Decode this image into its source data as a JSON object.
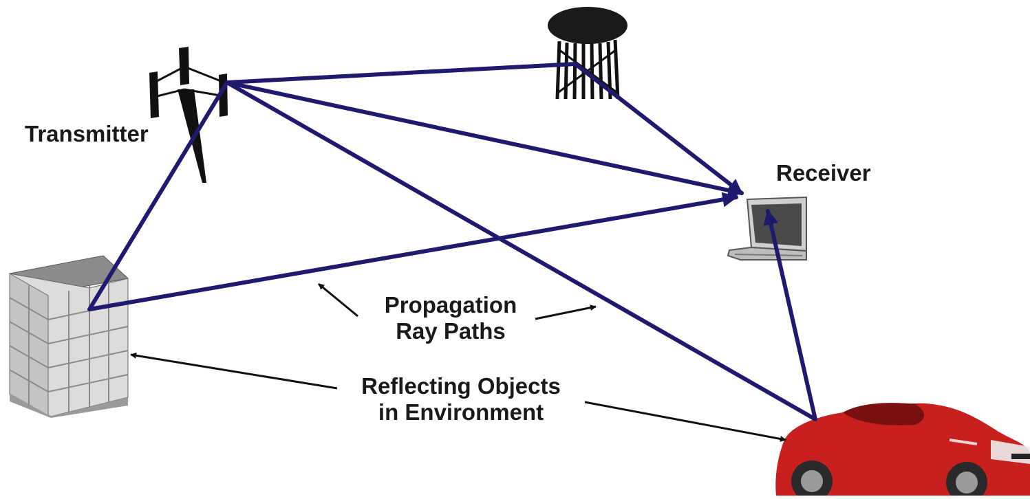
{
  "labels": {
    "transmitter": "Transmitter",
    "receiver": "Receiver",
    "propagation_line1": "Propagation",
    "propagation_line2": "Ray Paths",
    "reflecting_line1": "Reflecting Objects",
    "reflecting_line2": "in Environment"
  },
  "colors": {
    "ray": "#1f1a6e",
    "building_face": "#e6e6e6",
    "building_side": "#a9a9a9",
    "car_body": "#c8201e",
    "tower": "#111111"
  },
  "icons": {
    "transmitter": "antenna-tower-icon",
    "water_tower": "water-tower-icon",
    "receiver": "laptop-icon",
    "building": "building-icon",
    "car": "car-icon"
  }
}
